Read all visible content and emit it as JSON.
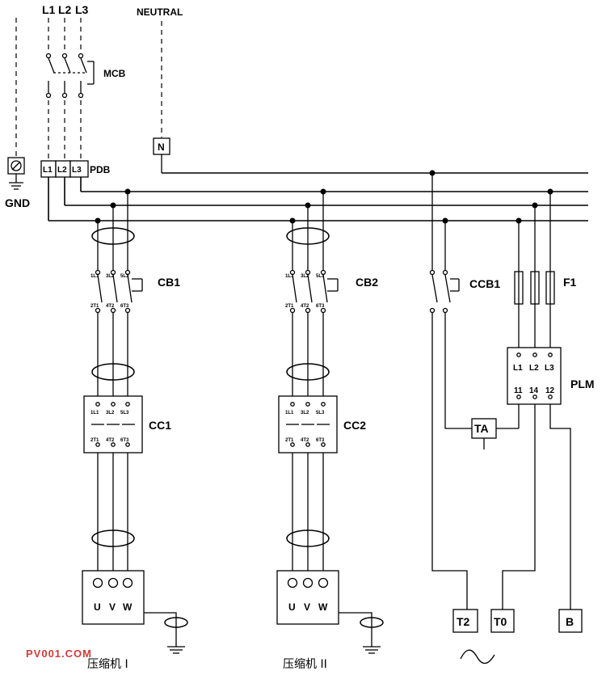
{
  "supply": {
    "l1": "L1",
    "l2": "L2",
    "l3": "L3",
    "neutral": "NEUTRAL",
    "n": "N"
  },
  "mcb": {
    "label": "MCB"
  },
  "pdb": {
    "label": "PDB",
    "t1": "L1",
    "t2": "L2",
    "t3": "L3"
  },
  "ground": {
    "label": "GND"
  },
  "branch1": {
    "cb": "CB1",
    "cc": "CC1",
    "cb_top": [
      "1L1",
      "3L2",
      "5L3"
    ],
    "cb_bot": [
      "2T1",
      "4T2",
      "6T3"
    ],
    "cc_top": [
      "1L1",
      "3L2",
      "5L3"
    ],
    "cc_bot": [
      "2T1",
      "4T2",
      "6T3"
    ],
    "motor": [
      "U",
      "V",
      "W"
    ],
    "name": "压缩机 I"
  },
  "branch2": {
    "cb": "CB2",
    "cc": "CC2",
    "cb_top": [
      "1L1",
      "3L2",
      "5L3"
    ],
    "cb_bot": [
      "2T1",
      "4T2",
      "6T3"
    ],
    "cc_top": [
      "1L1",
      "3L2",
      "5L3"
    ],
    "cc_bot": [
      "2T1",
      "4T2",
      "6T3"
    ],
    "motor": [
      "U",
      "V",
      "W"
    ],
    "name": "压缩机 II"
  },
  "control": {
    "ccb": "CCB1",
    "fuse": "F1",
    "ta": "TA",
    "plm": "PLM",
    "plm_top": [
      "L1",
      "L2",
      "L3"
    ],
    "plm_bot": [
      "11",
      "14",
      "12"
    ],
    "t2": "T2",
    "t0": "T0",
    "b": "B"
  },
  "watermark": "PV001.COM"
}
